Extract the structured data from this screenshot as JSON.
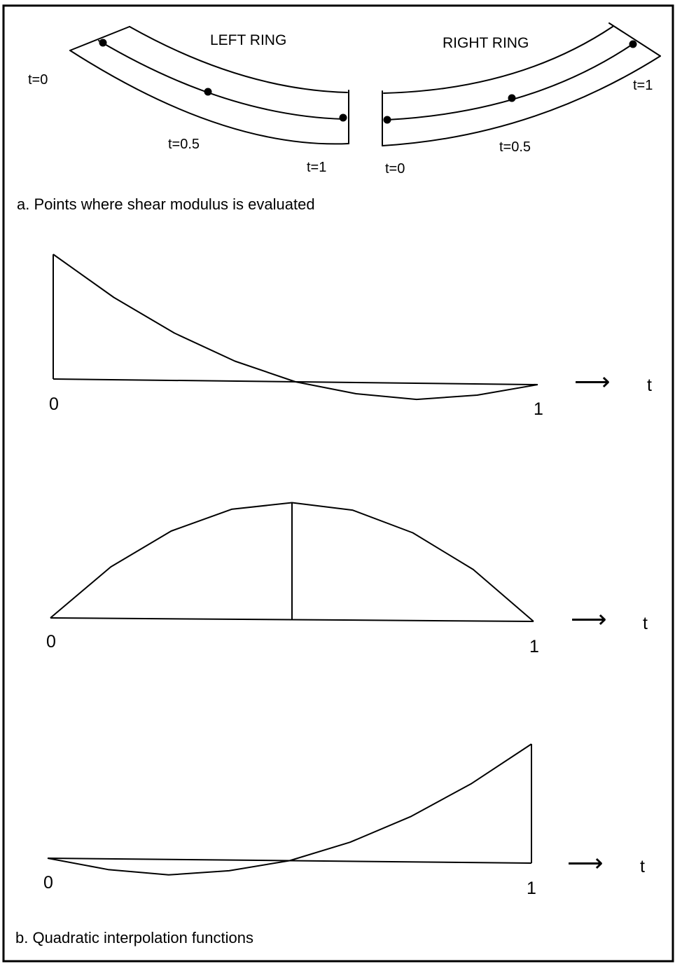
{
  "part_a": {
    "left_ring": {
      "title": "LEFT RING",
      "t_labels": [
        "t=0",
        "t=0.5",
        "t=1"
      ]
    },
    "right_ring": {
      "title": "RIGHT RING",
      "t_labels": [
        "t=0",
        "t=0.5",
        "t=1"
      ]
    },
    "caption": "a.   Points where shear modulus is evaluated"
  },
  "part_b": {
    "caption": "b.   Quadratic interpolation functions",
    "axis": {
      "start": "0",
      "end": "1",
      "variable": "t",
      "arrow": "⟶"
    }
  },
  "chart_data": [
    {
      "type": "line",
      "xlabel": "t",
      "xlim": [
        0,
        1
      ],
      "ylim": [
        -0.2,
        1
      ],
      "x": [
        0,
        0.125,
        0.25,
        0.375,
        0.5,
        0.625,
        0.75,
        0.875,
        1
      ],
      "series": [
        {
          "values": [
            1,
            0.66,
            0.38,
            0.16,
            0,
            -0.09,
            -0.13,
            -0.09,
            0
          ]
        }
      ]
    },
    {
      "type": "line",
      "xlabel": "t",
      "xlim": [
        0,
        1
      ],
      "ylim": [
        0,
        1
      ],
      "x": [
        0,
        0.125,
        0.25,
        0.375,
        0.5,
        0.625,
        0.75,
        0.875,
        1
      ],
      "series": [
        {
          "values": [
            0,
            0.44,
            0.75,
            0.94,
            1,
            0.94,
            0.75,
            0.44,
            0
          ]
        }
      ]
    },
    {
      "type": "line",
      "xlabel": "t",
      "xlim": [
        0,
        1
      ],
      "ylim": [
        -0.2,
        1
      ],
      "x": [
        0,
        0.125,
        0.25,
        0.375,
        0.5,
        0.625,
        0.75,
        0.875,
        1
      ],
      "series": [
        {
          "values": [
            0,
            -0.09,
            -0.13,
            -0.09,
            0,
            0.16,
            0.38,
            0.66,
            1
          ]
        }
      ]
    }
  ]
}
